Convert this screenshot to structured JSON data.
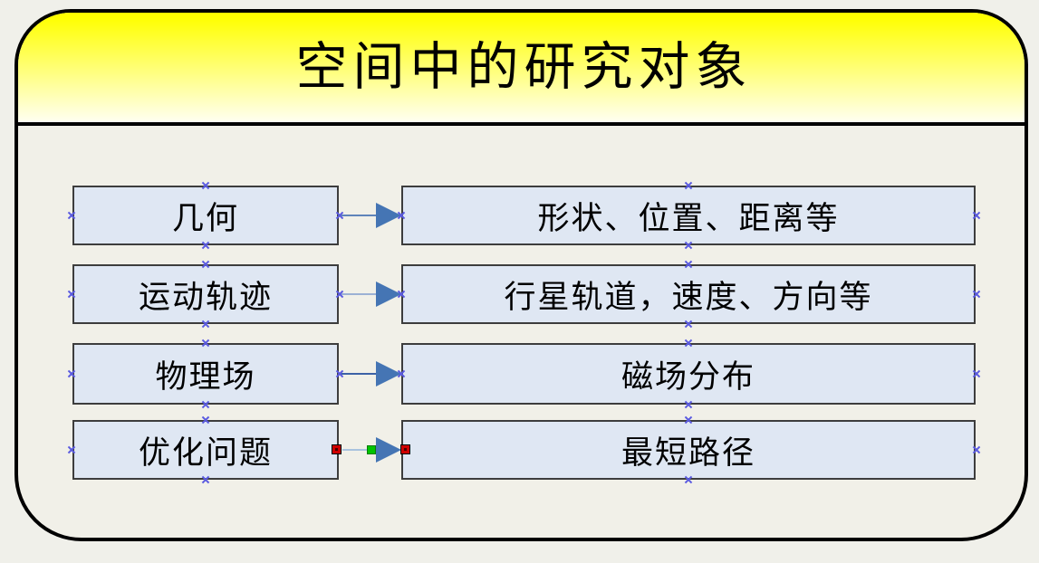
{
  "title": "空间中的研究对象",
  "rows": [
    {
      "left": "几何",
      "right": "形状、位置、距离等",
      "arrow_line_color": "#5f84ba",
      "selected": false
    },
    {
      "left": "运动轨迹",
      "right": "行星轨道，速度、方向等",
      "arrow_line_color": "#9cb1d4",
      "selected": false
    },
    {
      "left": "物理场",
      "right": "磁场分布",
      "arrow_line_color": "#3c62a6",
      "selected": false
    },
    {
      "left": "优化问题",
      "right": "最短路径",
      "arrow_line_color": "#a9c3de",
      "selected": true
    }
  ],
  "colors": {
    "page_bg": "#f0f0ea",
    "panel_bg": "#f1f0e8",
    "header_top": "#ffff00",
    "header_bottom": "#fffff2",
    "box_fill": "#dfe7f3",
    "box_border": "#3d3d3d",
    "arrow_blue": "#4575b4",
    "glue_point": "#5a5ae0",
    "handle_red": "#cf0000",
    "handle_green": "#00c400"
  }
}
